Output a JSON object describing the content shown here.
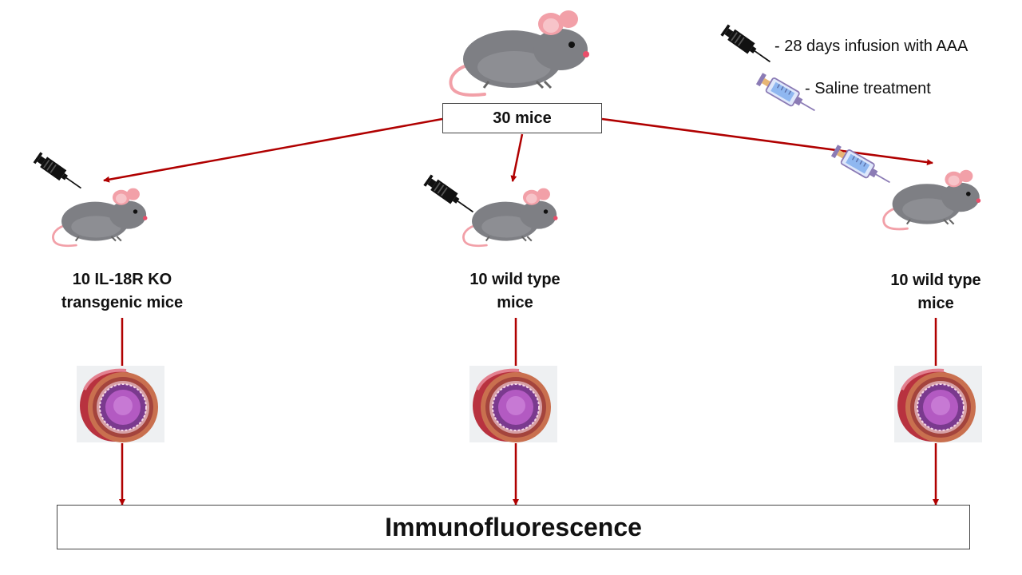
{
  "start": {
    "label": "30 mice"
  },
  "legend": {
    "items": [
      {
        "icon": "black-syringe-icon",
        "text": "- 28 days infusion with AAA"
      },
      {
        "icon": "saline-syringe-icon",
        "text": "- Saline treatment"
      }
    ]
  },
  "groups": [
    {
      "line1": "10 IL-18R KO",
      "line2": "transgenic mice",
      "treatment_icon": "black-syringe-icon"
    },
    {
      "line1": "10 wild type",
      "line2": "mice",
      "treatment_icon": "black-syringe-icon"
    },
    {
      "line1": "10 wild type",
      "line2": "mice",
      "treatment_icon": "saline-syringe-icon"
    }
  ],
  "final": {
    "label": "Immunofluorescence"
  },
  "colors": {
    "arrow": "#b00000",
    "mouse_body": "#7e7f84",
    "mouse_ear": "#f2a0a8",
    "vessel": "#c0405a"
  }
}
